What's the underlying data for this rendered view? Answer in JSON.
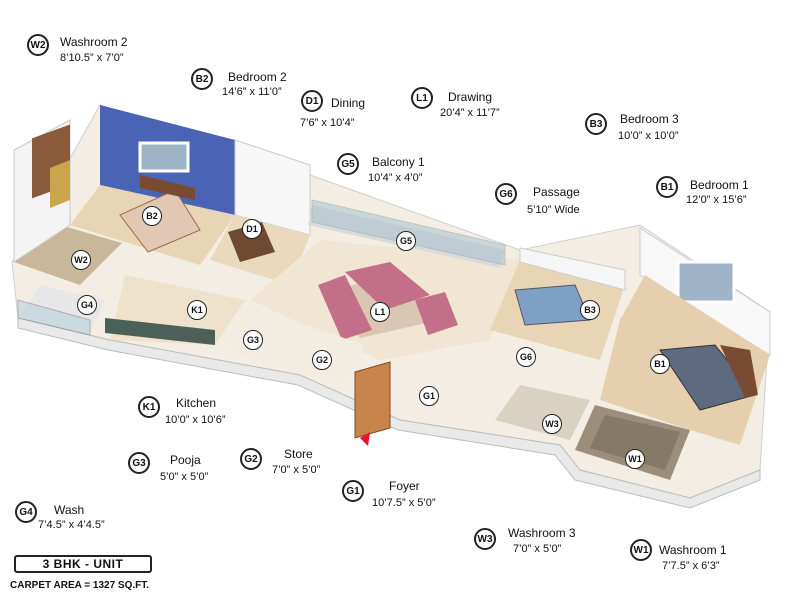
{
  "unit_label": "3 BHK - UNIT",
  "carpet_area": "CARPET AREA = 1327 SQ.FT.",
  "rooms": [
    {
      "code": "W2",
      "name": "Washroom 2",
      "dim": "8’10.5” x 7’0”"
    },
    {
      "code": "B2",
      "name": "Bedroom 2",
      "dim": "14’6” x 11’0”"
    },
    {
      "code": "D1",
      "name": "Dining",
      "dim": "7’6” x 10’4”"
    },
    {
      "code": "L1",
      "name": "Drawing",
      "dim": "20’4” x 11’7”"
    },
    {
      "code": "B3",
      "name": "Bedroom 3",
      "dim": "10’0” x 10’0”"
    },
    {
      "code": "G5",
      "name": "Balcony 1",
      "dim": "10’4” x 4’0”"
    },
    {
      "code": "G6",
      "name": "Passage",
      "dim": "5’10” Wide"
    },
    {
      "code": "B1",
      "name": "Bedroom 1",
      "dim": "12’0” x 15’6”"
    },
    {
      "code": "K1",
      "name": "Kitchen",
      "dim": "10’0” x 10’6”"
    },
    {
      "code": "G3",
      "name": "Pooja",
      "dim": "5’0” x 5’0”"
    },
    {
      "code": "G2",
      "name": "Store",
      "dim": "7’0” x 5’0”"
    },
    {
      "code": "G1",
      "name": "Foyer",
      "dim": "10’7.5” x 5’0”"
    },
    {
      "code": "G4",
      "name": "Wash",
      "dim": "7’4.5” x 4’4.5”"
    },
    {
      "code": "W3",
      "name": "Washroom 3",
      "dim": "7’0” x 5’0”"
    },
    {
      "code": "W1",
      "name": "Washroom 1",
      "dim": "7’7.5” x 6’3”"
    }
  ],
  "plan_tags": [
    "B2",
    "D1",
    "G5",
    "W2",
    "G4",
    "K1",
    "L1",
    "B3",
    "G3",
    "G2",
    "G6",
    "B1",
    "G1",
    "W3",
    "W1"
  ]
}
